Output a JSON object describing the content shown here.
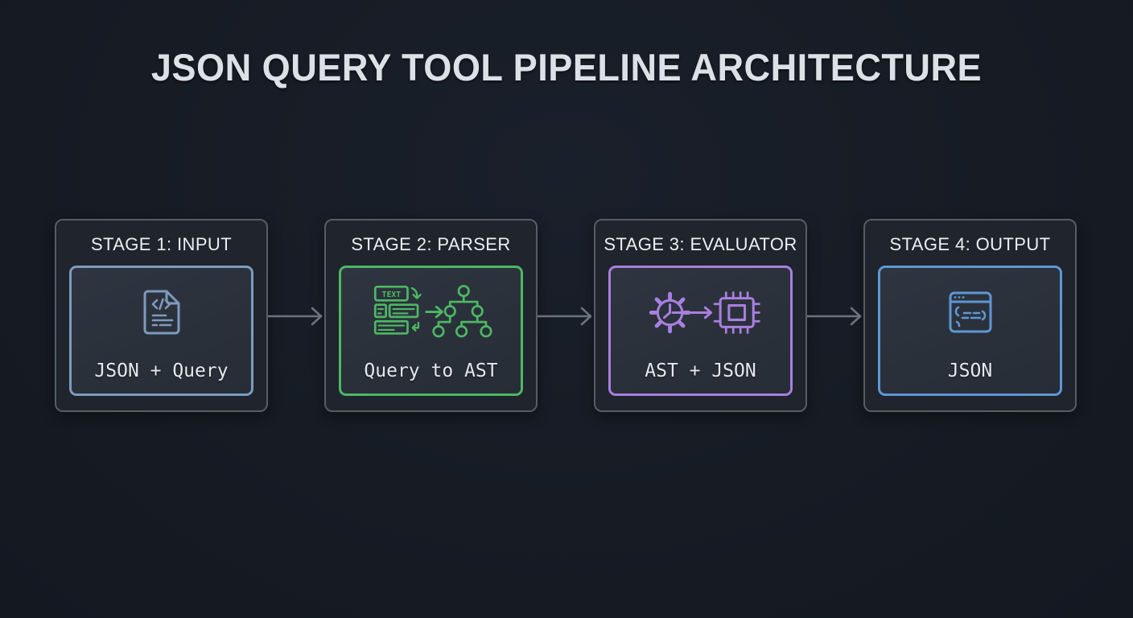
{
  "title": "JSON QUERY TOOL PIPELINE ARCHITECTURE",
  "colors": {
    "background": "#161b24",
    "panel_fill": "#1f242d",
    "panel_border": "#565d67",
    "inner_panel_fill": "#2b313b",
    "arrow": "#6b737e",
    "title_text": "#dce1e7",
    "stage_title_text": "#eceff2",
    "label_text": "#e4e9ed"
  },
  "stages": [
    {
      "title": "STAGE 1: INPUT",
      "label": "JSON + Query",
      "accent": "#7e9bbd",
      "icon": "json-document-icon"
    },
    {
      "title": "STAGE 2: PARSER",
      "label": "Query to AST",
      "accent": "#4db863",
      "icon": "query-to-ast-icon",
      "icon_text": "TEXT"
    },
    {
      "title": "STAGE 3: EVALUATOR",
      "label": "AST + JSON",
      "accent": "#a97fe0",
      "icon": "gear-chip-icon"
    },
    {
      "title": "STAGE 4: OUTPUT",
      "label": "JSON",
      "accent": "#5e97d6",
      "icon": "json-window-icon"
    }
  ]
}
